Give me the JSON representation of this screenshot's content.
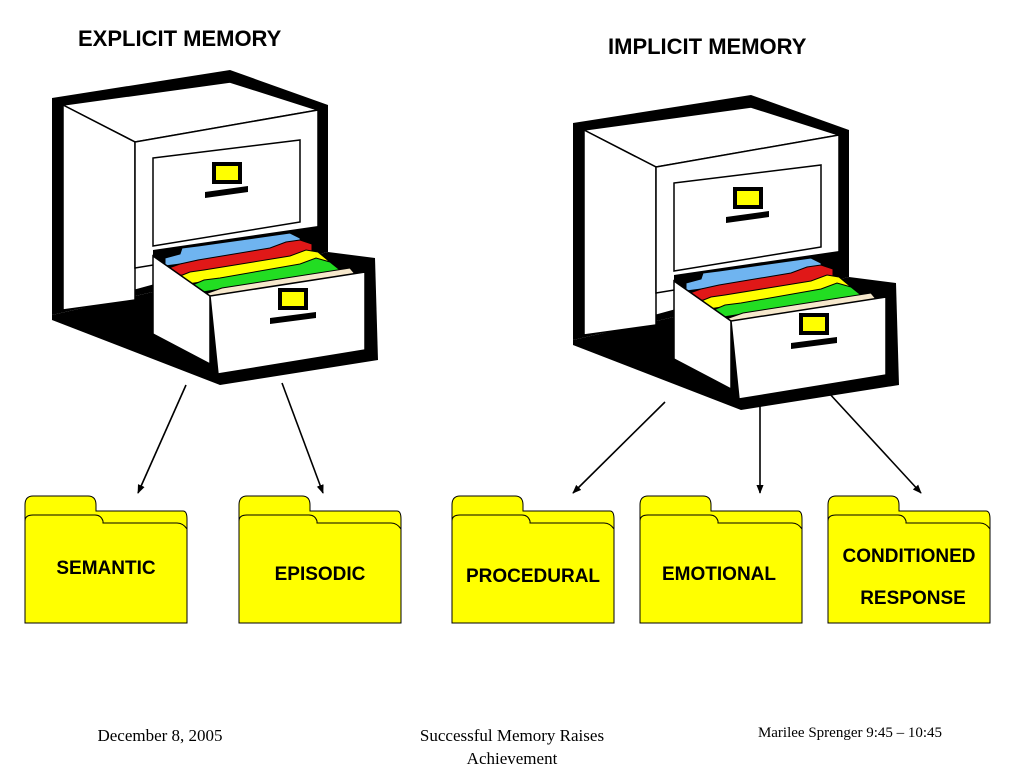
{
  "titles": {
    "explicit": "EXPLICIT MEMORY",
    "implicit": "IMPLICIT MEMORY"
  },
  "folders": {
    "semantic": "SEMANTIC",
    "episodic": "EPISODIC",
    "procedural": "PROCEDURAL",
    "emotional": "EMOTIONAL",
    "conditioned_line1": "CONDITIONED",
    "conditioned_line2": "RESPONSE"
  },
  "footer": {
    "date": "December 8, 2005",
    "title_line1": "Successful Memory Raises",
    "title_line2": "Achievement",
    "presenter": "Marilee Sprenger 9:45 – 10:45"
  },
  "colors": {
    "folder_yellow": "#ffff00",
    "handle_yellow": "#ffff00",
    "tab_blue": "#6fb4f0",
    "tab_red": "#e01818",
    "tab_yellow": "#ffff00",
    "tab_green": "#22dd22",
    "tab_cream": "#f6e8cc",
    "cabinet_white": "#ffffff",
    "outline_black": "#000000"
  },
  "icons": {
    "cabinet": "filing-cabinet-icon",
    "folder": "folder-icon",
    "arrow": "arrow-icon"
  }
}
